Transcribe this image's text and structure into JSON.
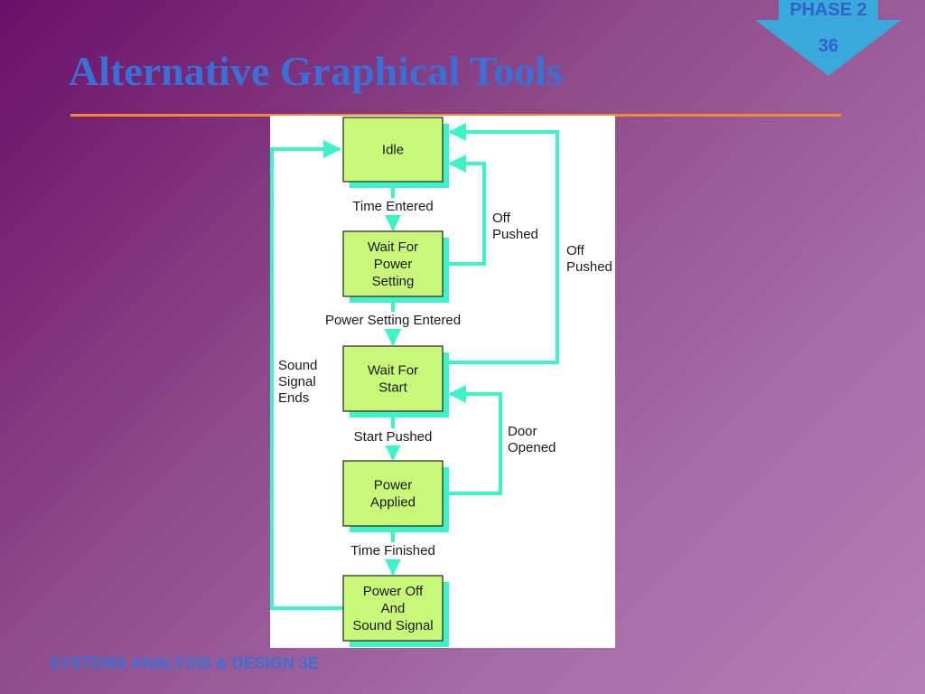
{
  "slide": {
    "title": "Alternative Graphical Tools",
    "footer": "SYSTEMS ANALYSIS & DESIGN 3E",
    "badge": {
      "phase": "PHASE 2",
      "number": "36"
    }
  },
  "colors": {
    "title": "#3a6fd6",
    "rule": "#f28a2e",
    "state_fill": "#c8f77a",
    "state_shadow": "#3ff2c7",
    "arrow": "#3ff2c7",
    "badge_fill": "#3ba8dc"
  },
  "diagram": {
    "states": [
      {
        "id": "idle",
        "lines": [
          "Idle"
        ]
      },
      {
        "id": "wait_power",
        "lines": [
          "Wait For",
          "Power",
          "Setting"
        ]
      },
      {
        "id": "wait_start",
        "lines": [
          "Wait For",
          "Start"
        ]
      },
      {
        "id": "power_applied",
        "lines": [
          "Power",
          "Applied"
        ]
      },
      {
        "id": "power_off",
        "lines": [
          "Power Off",
          "And",
          "Sound Signal"
        ]
      }
    ],
    "transitions": [
      {
        "from": "idle",
        "to": "wait_power",
        "lines": [
          "Time Entered"
        ]
      },
      {
        "from": "wait_power",
        "to": "wait_start",
        "lines": [
          "Power Setting Entered"
        ]
      },
      {
        "from": "wait_start",
        "to": "power_applied",
        "lines": [
          "Start Pushed"
        ]
      },
      {
        "from": "power_applied",
        "to": "power_off",
        "lines": [
          "Time Finished"
        ]
      },
      {
        "from": "wait_power",
        "to": "idle",
        "lines": [
          "Off",
          "Pushed"
        ]
      },
      {
        "from": "wait_start",
        "to": "idle",
        "lines": [
          "Off",
          "Pushed"
        ]
      },
      {
        "from": "power_applied",
        "to": "wait_start",
        "lines": [
          "Door",
          "Opened"
        ]
      },
      {
        "from": "power_off",
        "to": "idle",
        "lines": [
          "Sound",
          "Signal",
          "Ends"
        ]
      }
    ]
  }
}
